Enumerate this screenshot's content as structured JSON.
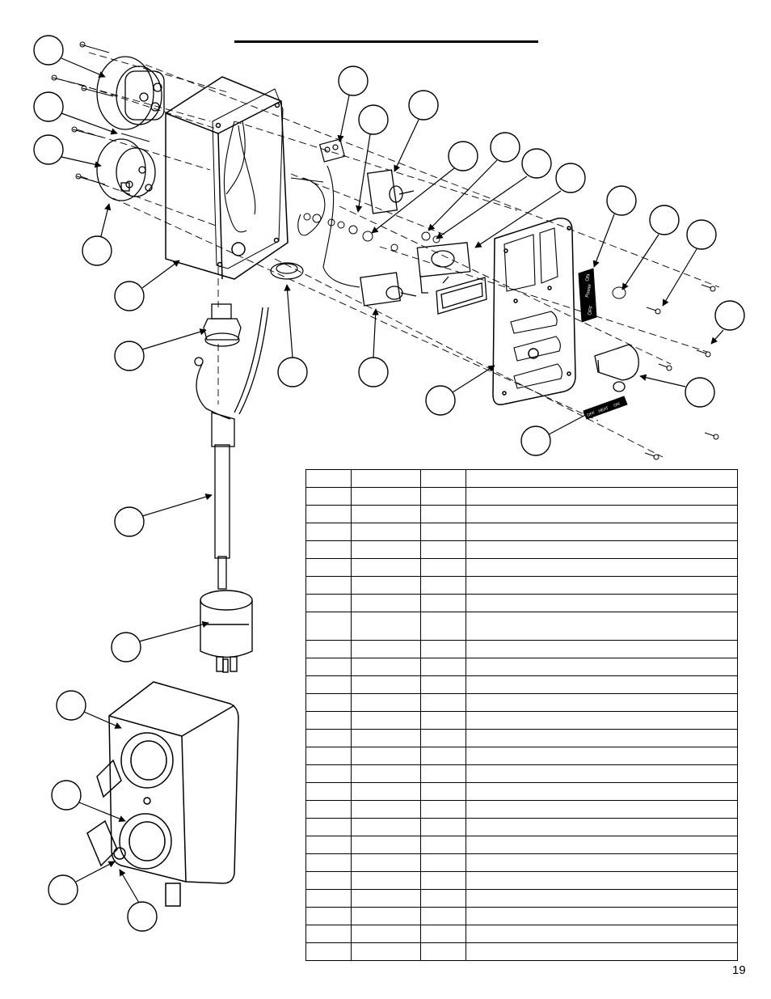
{
  "page": {
    "title": "",
    "page_number": "19"
  },
  "diagram": {
    "labels": {
      "switch_panel_on": "ON",
      "switch_panel_power": "Power",
      "switch_panel_off": "OFF",
      "heater_decal_off": "OFF",
      "heater_decal_middle": "HEAT",
      "heater_decal_on": "ON"
    }
  },
  "parts_table": {
    "headers": [
      "",
      "",
      "",
      ""
    ],
    "rows": [
      [
        "",
        "",
        "",
        ""
      ],
      [
        "",
        "",
        "",
        ""
      ],
      [
        "",
        "",
        "",
        ""
      ],
      [
        "",
        "",
        "",
        ""
      ],
      [
        "",
        "",
        "",
        ""
      ],
      [
        "",
        "",
        "",
        ""
      ],
      [
        "",
        "",
        "",
        ""
      ],
      [
        "",
        "",
        "",
        ""
      ],
      [
        "",
        "",
        "",
        ""
      ],
      [
        "",
        "",
        "",
        ""
      ],
      [
        "",
        "",
        "",
        ""
      ],
      [
        "",
        "",
        "",
        ""
      ],
      [
        "",
        "",
        "",
        ""
      ],
      [
        "",
        "",
        "",
        ""
      ],
      [
        "",
        "",
        "",
        ""
      ],
      [
        "",
        "",
        "",
        ""
      ],
      [
        "",
        "",
        "",
        ""
      ],
      [
        "",
        "",
        "",
        ""
      ],
      [
        "",
        "",
        "",
        ""
      ],
      [
        "",
        "",
        "",
        ""
      ],
      [
        "",
        "",
        "",
        ""
      ],
      [
        "",
        "",
        "",
        ""
      ],
      [
        "",
        "",
        "",
        ""
      ],
      [
        "",
        "",
        "",
        ""
      ],
      [
        "",
        "",
        "",
        ""
      ],
      [
        "",
        "",
        "",
        ""
      ]
    ]
  }
}
